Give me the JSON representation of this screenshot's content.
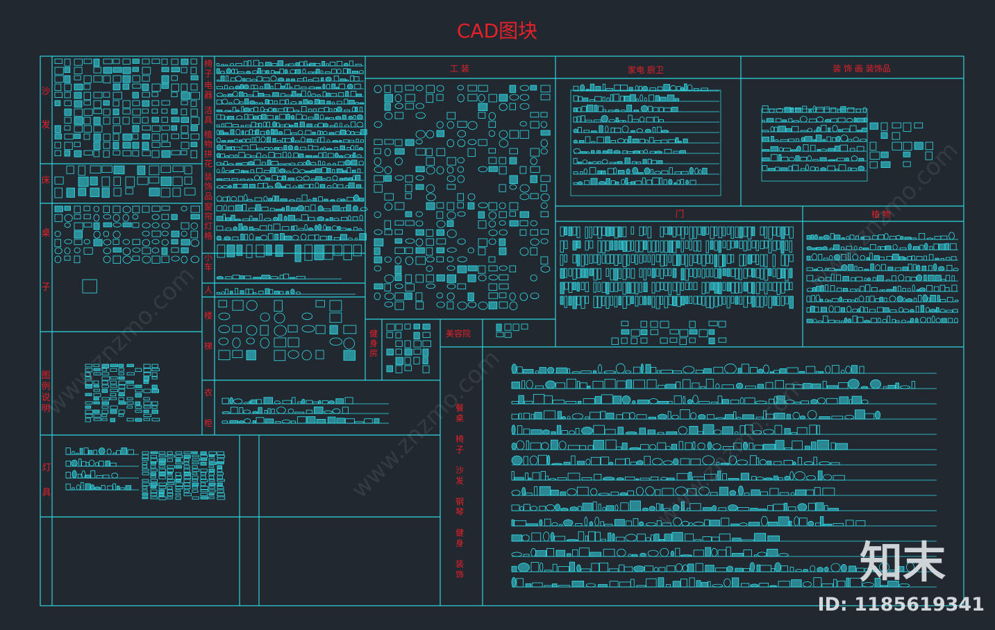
{
  "title": "CAD图块",
  "colors": {
    "background": "#212830",
    "frame": "#2fd6e0",
    "label": "#e8202a",
    "symbols": "#34e4f0",
    "watermark": "#dde2e6"
  },
  "sections": {
    "sofa": "沙发",
    "bed": "床",
    "table": "桌子",
    "legend": "图例说明",
    "lamps": "灯具",
    "chairs": "椅子",
    "appliances": "电器",
    "sanitary": "洁具",
    "plants_parquet": "植物拼花",
    "decorations": "装饰品",
    "window_lattice": "窗帘灯格",
    "car": "小车",
    "person": "人",
    "stairs": "楼梯",
    "wardrobe": "衣柜",
    "gym": "健身房",
    "beauty_salon": "美容院",
    "office": "工 装",
    "appliance_kitchen_bath": "家电 厨卫",
    "paintings": "装 饰 画  装饰品",
    "door": "门",
    "plant": "植    物",
    "elevations": [
      "餐桌",
      "椅子",
      "沙发",
      "钢琴",
      "健身",
      "装饰"
    ]
  },
  "watermark": {
    "logo_text": "知末",
    "id_text": "ID: 1185619341",
    "url_text": "www.znzmo.com"
  }
}
